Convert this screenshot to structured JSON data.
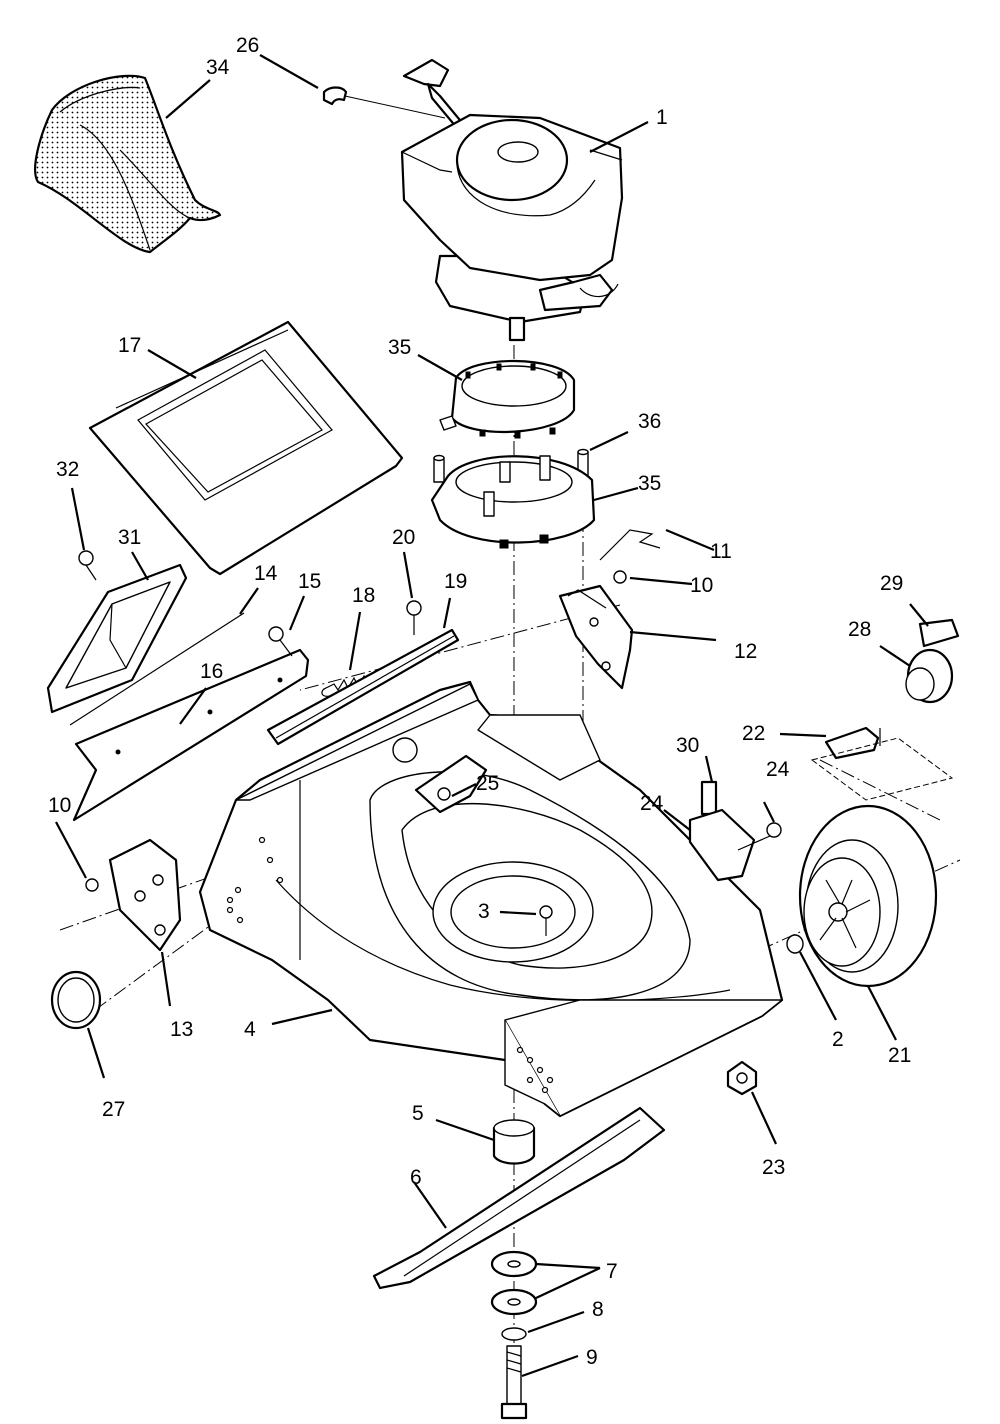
{
  "callouts": [
    {
      "id": "c1",
      "text": "1"
    },
    {
      "id": "c2",
      "text": "2"
    },
    {
      "id": "c3",
      "text": "3"
    },
    {
      "id": "c4",
      "text": "4"
    },
    {
      "id": "c5",
      "text": "5"
    },
    {
      "id": "c6",
      "text": "6"
    },
    {
      "id": "c7",
      "text": "7"
    },
    {
      "id": "c8",
      "text": "8"
    },
    {
      "id": "c9",
      "text": "9"
    },
    {
      "id": "c10a",
      "text": "10"
    },
    {
      "id": "c10b",
      "text": "10"
    },
    {
      "id": "c11",
      "text": "11"
    },
    {
      "id": "c12",
      "text": "12"
    },
    {
      "id": "c13",
      "text": "13"
    },
    {
      "id": "c14",
      "text": "14"
    },
    {
      "id": "c15",
      "text": "15"
    },
    {
      "id": "c16",
      "text": "16"
    },
    {
      "id": "c17",
      "text": "17"
    },
    {
      "id": "c18",
      "text": "18"
    },
    {
      "id": "c19",
      "text": "19"
    },
    {
      "id": "c20",
      "text": "20"
    },
    {
      "id": "c21",
      "text": "21"
    },
    {
      "id": "c22",
      "text": "22"
    },
    {
      "id": "c23",
      "text": "23"
    },
    {
      "id": "c24a",
      "text": "24"
    },
    {
      "id": "c24b",
      "text": "24"
    },
    {
      "id": "c25",
      "text": "25"
    },
    {
      "id": "c26",
      "text": "26"
    },
    {
      "id": "c27",
      "text": "27"
    },
    {
      "id": "c28",
      "text": "28"
    },
    {
      "id": "c29",
      "text": "29"
    },
    {
      "id": "c30",
      "text": "30"
    },
    {
      "id": "c31",
      "text": "31"
    },
    {
      "id": "c32",
      "text": "32"
    },
    {
      "id": "c34",
      "text": "34"
    },
    {
      "id": "c35a",
      "text": "35"
    },
    {
      "id": "c35b",
      "text": "35"
    },
    {
      "id": "c36",
      "text": "36"
    }
  ]
}
